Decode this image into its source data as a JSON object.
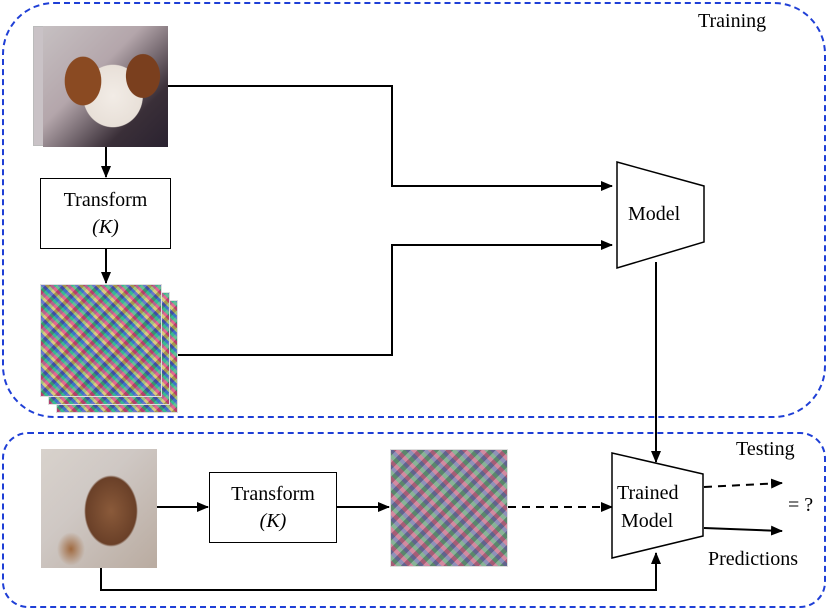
{
  "regions": {
    "training_label": "Training",
    "testing_label": "Testing"
  },
  "transform_top": {
    "line1": "Transform",
    "line2": "(K)"
  },
  "transform_bottom": {
    "line1": "Transform",
    "line2": "(K)"
  },
  "model_label": "Model",
  "trained_model": {
    "line1": "Trained",
    "line2": "Model"
  },
  "unknown_output": "= ?",
  "predictions_label": "Predictions",
  "images": {
    "dog": "dog-photo",
    "horse": "horse-photo"
  },
  "colors": {
    "region_border": "#1f3fd6",
    "stroke": "#000000"
  }
}
